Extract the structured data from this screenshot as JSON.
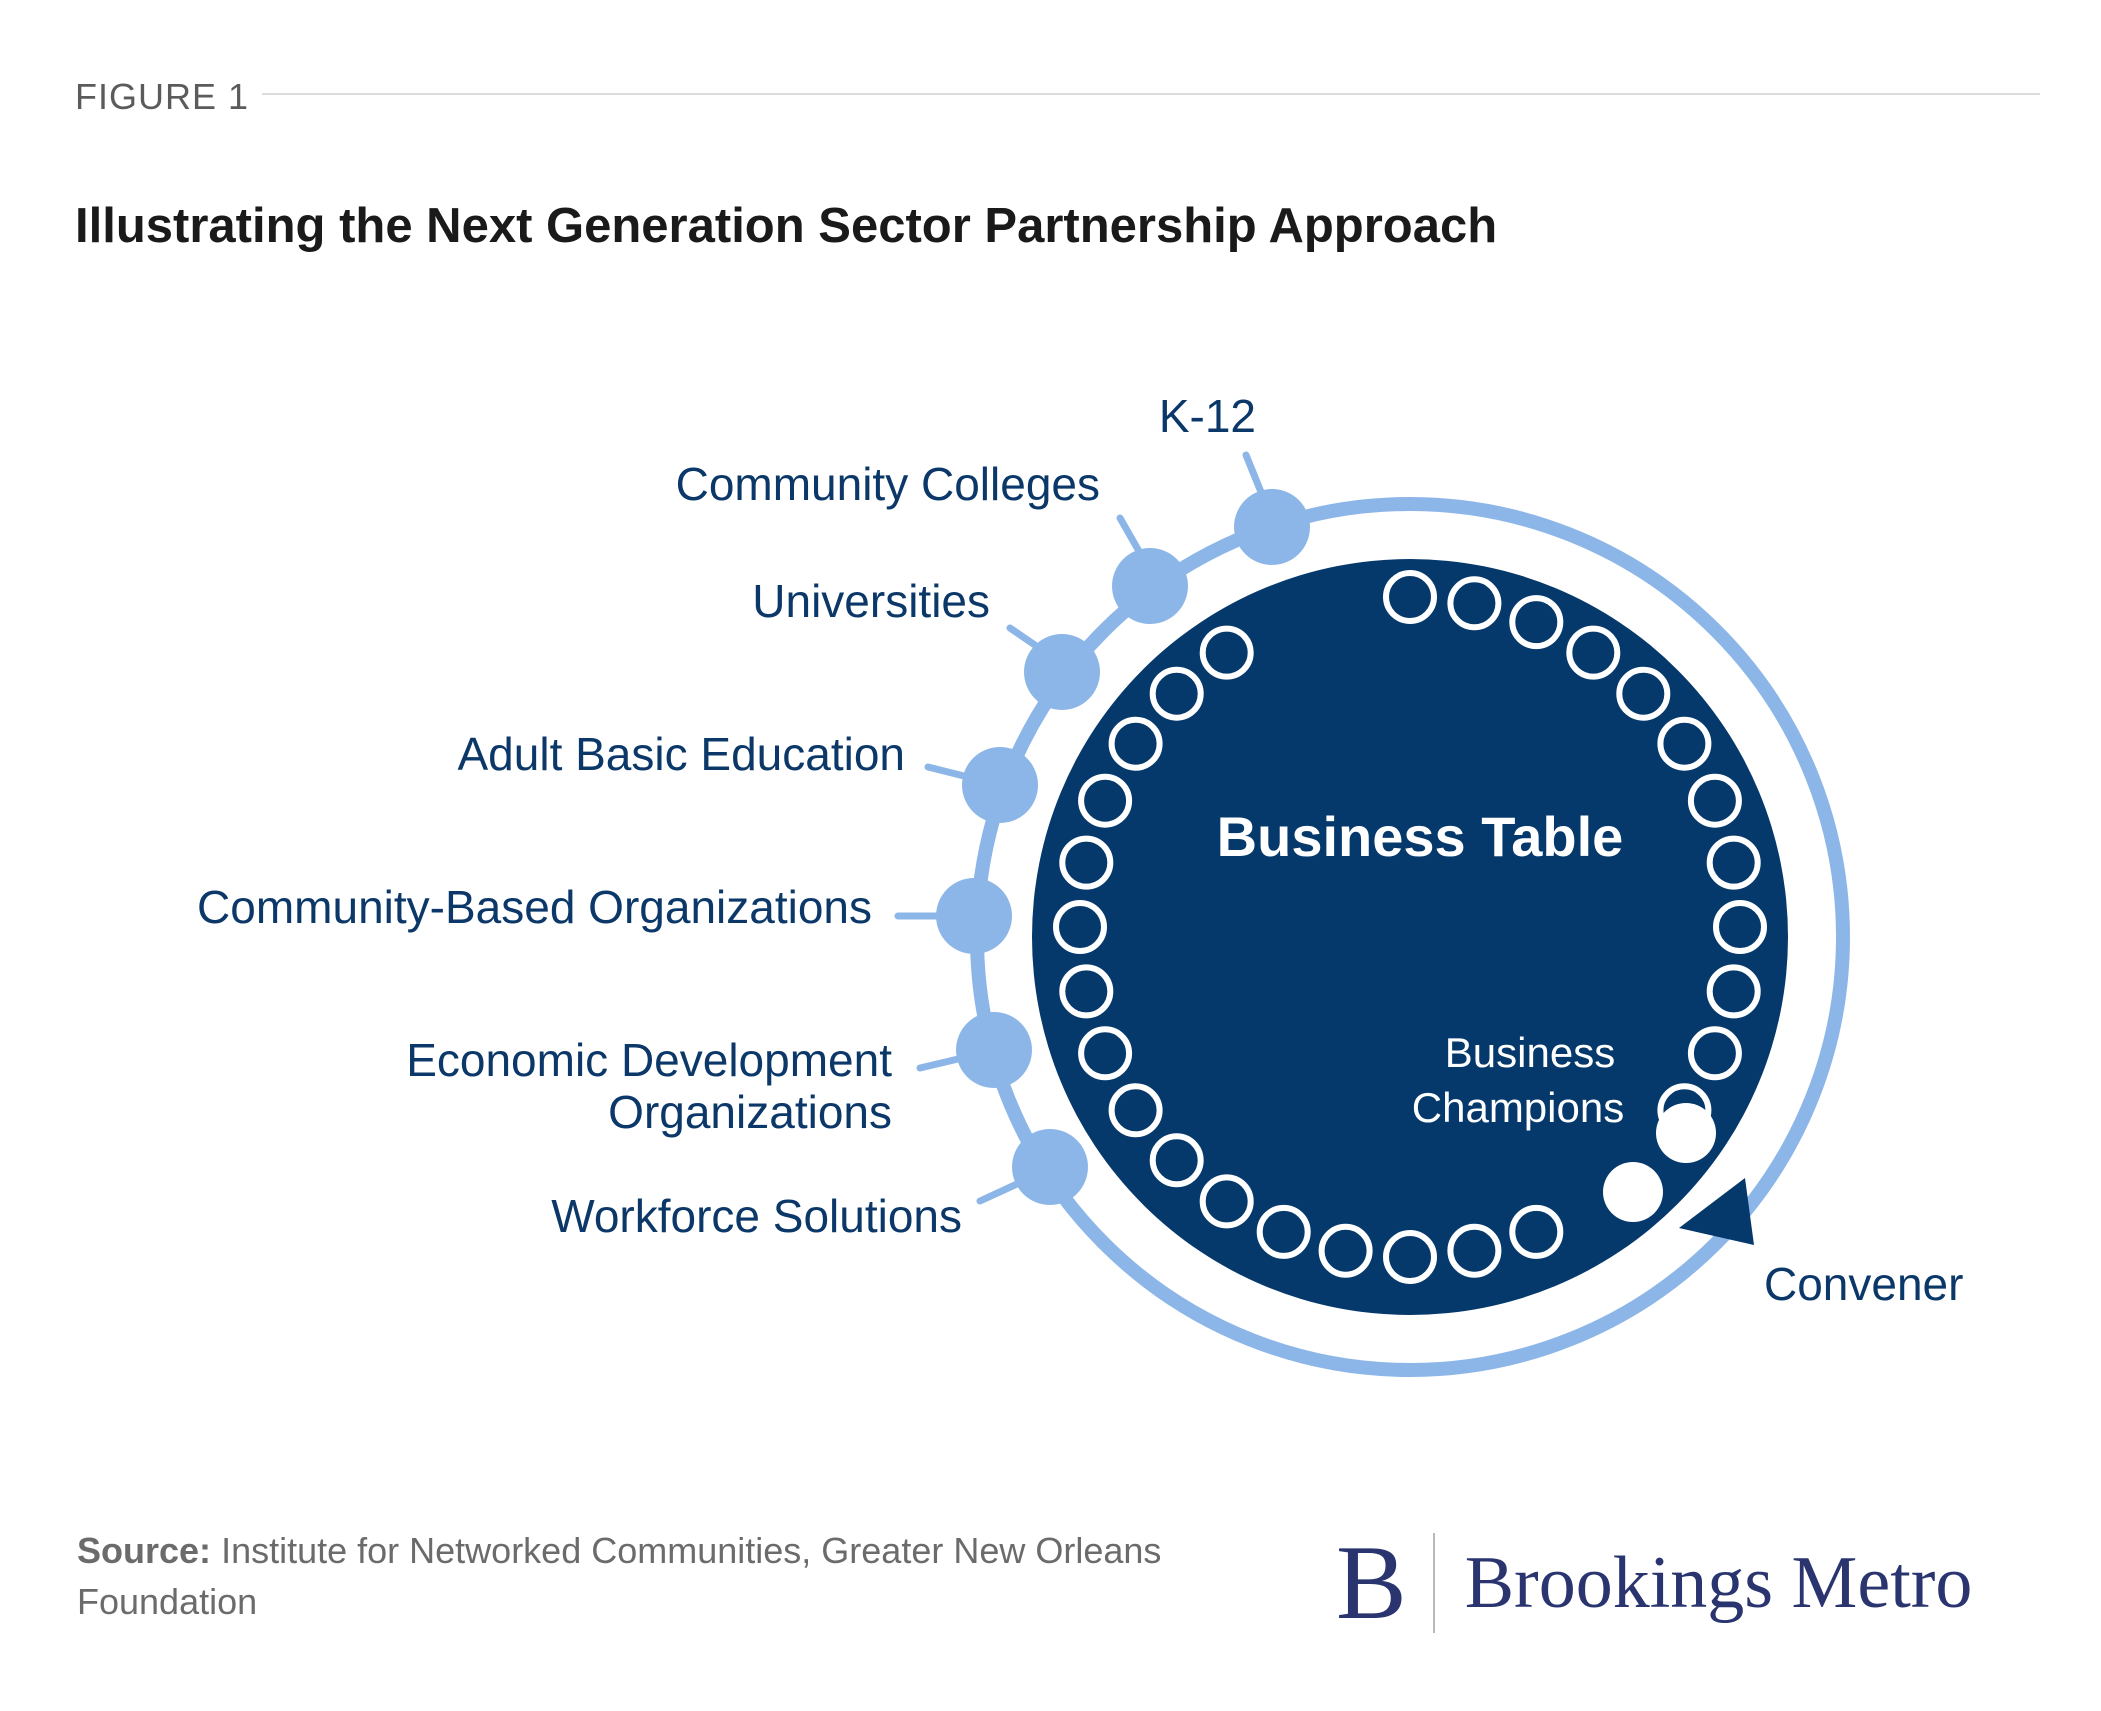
{
  "figure_label": "FIGURE 1",
  "title": "Illustrating the Next Generation Sector Partnership Approach",
  "diagram": {
    "center_label": "Business Table",
    "champions_label_line1": "Business",
    "champions_label_line2": "Champions",
    "convener_label": "Convener",
    "partners": [
      "K-12",
      "Community Colleges",
      "Universities",
      "Adult Basic Education",
      "Community-Based Organizations",
      "Economic Development",
      "Organizations",
      "Workforce Solutions"
    ],
    "business_seats_count": 30,
    "colors": {
      "navy": "#05386b",
      "light_blue": "#8db6e8",
      "label_blue": "#0b3868",
      "white": "#ffffff"
    }
  },
  "source": {
    "prefix": "Source:",
    "text": "Institute for Networked Communities, Greater New Orleans Foundation"
  },
  "brand": {
    "mark": "B",
    "name": "Brookings Metro"
  }
}
